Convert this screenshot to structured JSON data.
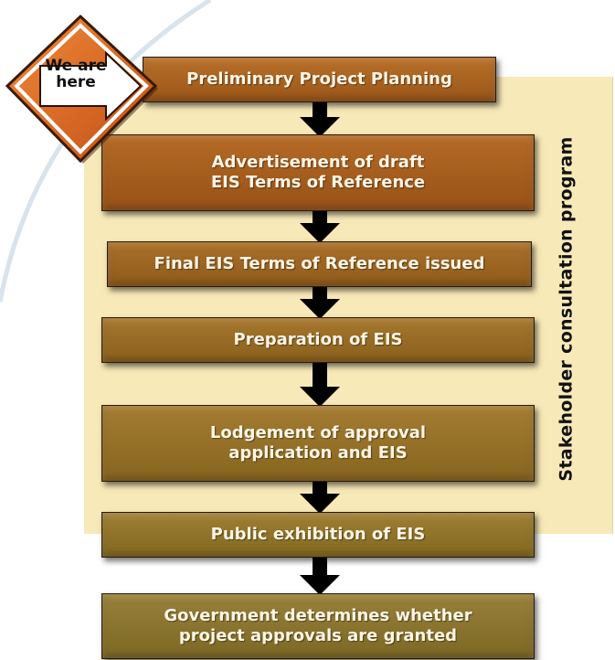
{
  "badge": {
    "line1": "We are",
    "line2": "here"
  },
  "side_label": "Stakeholder consultation program",
  "steps": [
    {
      "line1": "Preliminary Project Planning"
    },
    {
      "line1": "Advertisement of draft",
      "line2": "EIS Terms of Reference"
    },
    {
      "line1": "Final EIS Terms of Reference issued"
    },
    {
      "line1": "Preparation of EIS"
    },
    {
      "line1": "Lodgement of approval",
      "line2": "application and EIS"
    },
    {
      "line1": "Public exhibition of EIS"
    },
    {
      "line1": "Government determines whether",
      "line2": "project approvals are granted"
    }
  ],
  "colors": {
    "panel": "#f8e9b8",
    "badge_orange": "#d45e1e",
    "step_brown": "#9a5618",
    "step_olive": "#826820",
    "arrow": "#000000"
  }
}
